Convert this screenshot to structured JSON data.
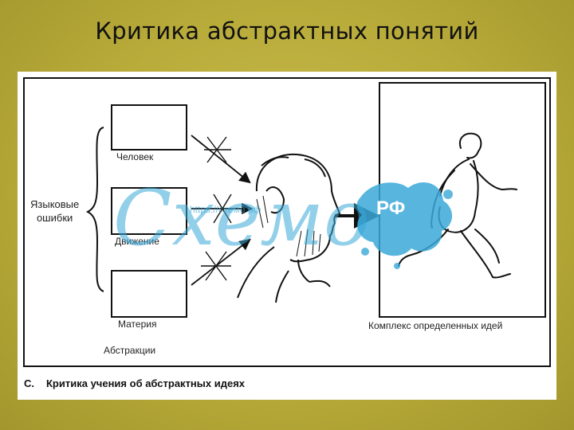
{
  "slide": {
    "title": "Критика абстрактных понятий"
  },
  "figure": {
    "labels": {
      "man": "Человек",
      "motion": "Движение",
      "matter": "Материя",
      "language_errors": "Языковые\nошибки",
      "abstractions": "Абстракции",
      "complex": "Комплекс определенных идей"
    },
    "caption_letter": "C.",
    "caption": "Критика учения об абстрактных идеях"
  },
  "watermark": {
    "script": "Схемо",
    "badge": "РФ",
    "url": "https://схемо.рф"
  },
  "colors": {
    "background": "#b8ab3a",
    "panel": "#ffffff",
    "line": "#111111",
    "watermark": "#3aa8d8"
  }
}
